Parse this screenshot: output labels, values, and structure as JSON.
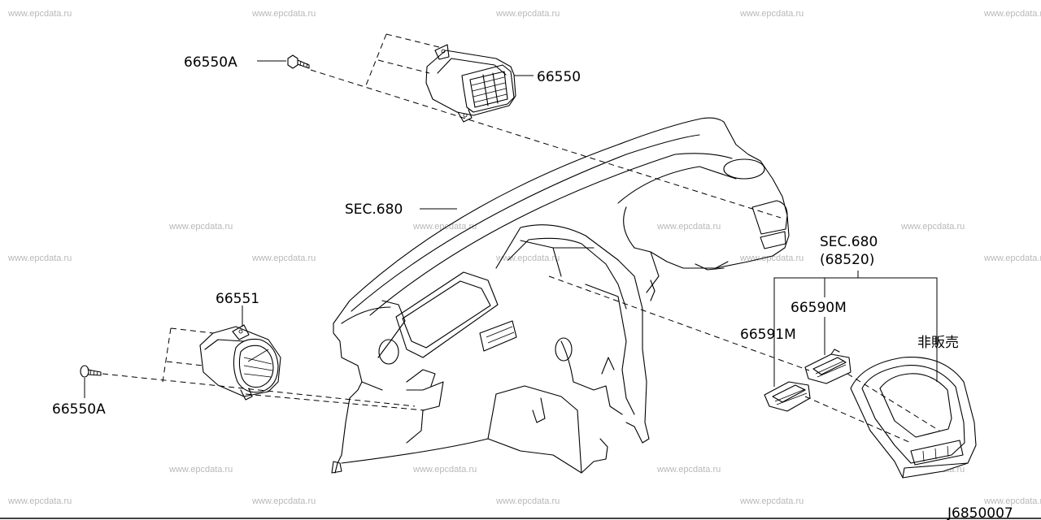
{
  "watermark": "www.epcdata.ru",
  "diagram_id": "J6850007",
  "labels": {
    "screw_top": "66550A",
    "vent_center": "66550",
    "instrument_panel": "SEC.680",
    "vent_side": "66551",
    "screw_bottom": "66550A",
    "ref_section": "SEC.680",
    "ref_section_sub": "(68520)",
    "grille_upper": "66590M",
    "grille_lower": "66591M",
    "not_for_sale": "非販売"
  }
}
